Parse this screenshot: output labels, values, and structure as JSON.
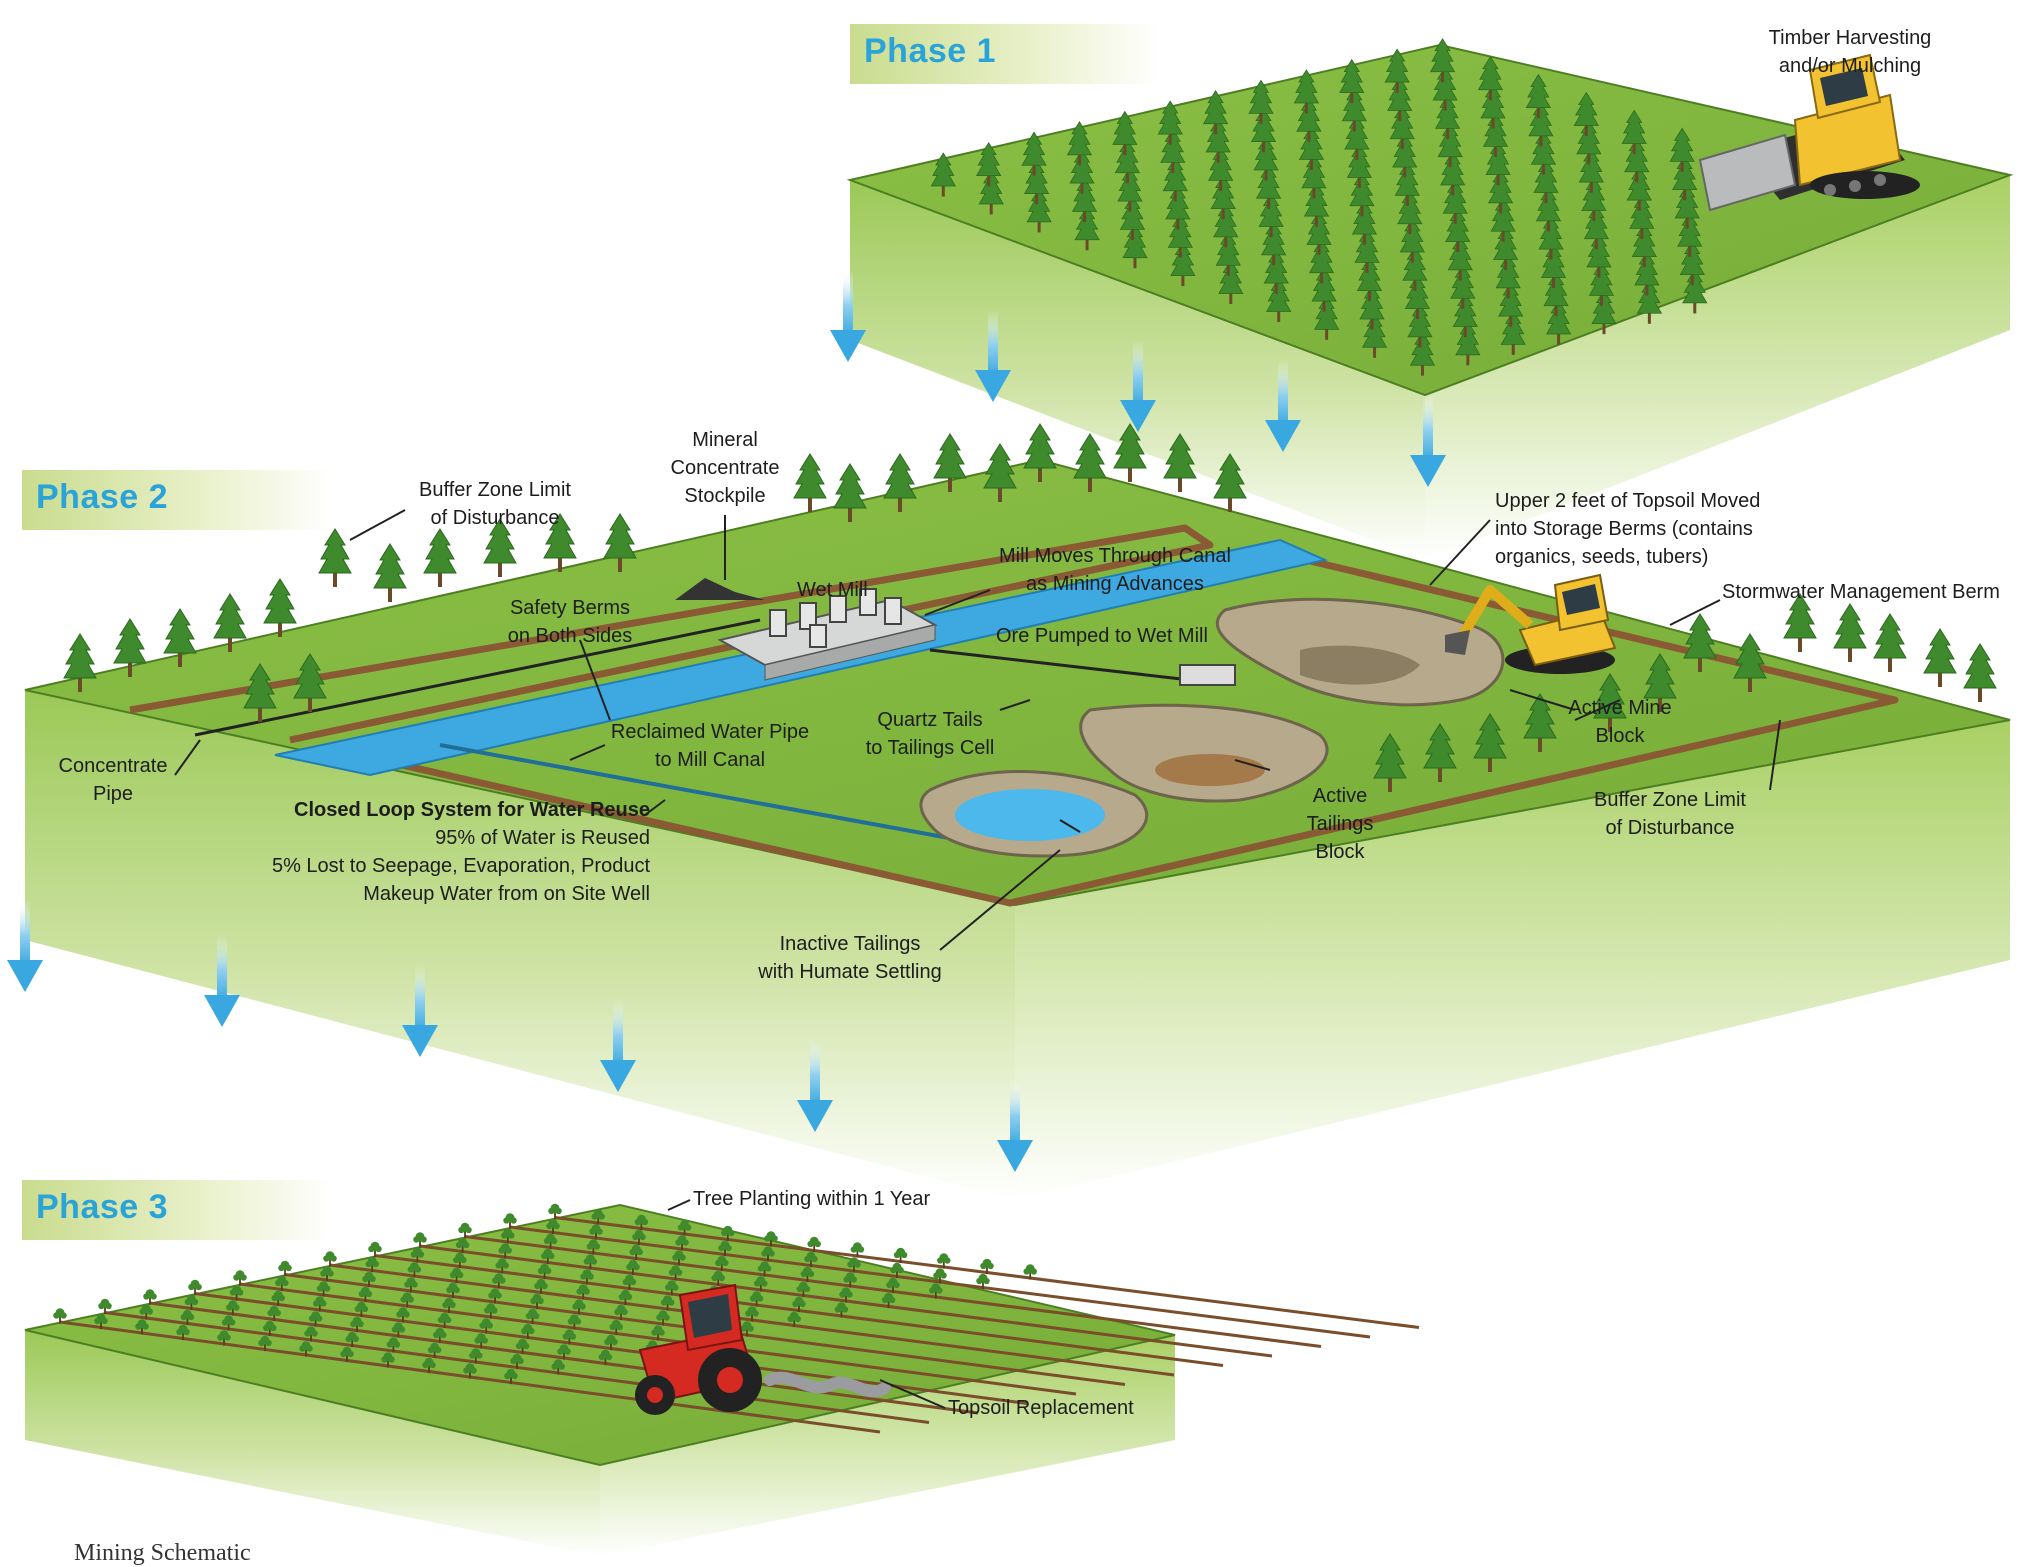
{
  "phases": {
    "p1": "Phase 1",
    "p2": "Phase 2",
    "p3": "Phase 3"
  },
  "labels": {
    "timber_1": "Timber Harvesting",
    "timber_2": "and/or Mulching",
    "mineral_1": "Mineral",
    "mineral_2": "Concentrate",
    "mineral_3": "Stockpile",
    "buffer_top_1": "Buffer Zone Limit",
    "buffer_top_2": "of Disturbance",
    "upper_topsoil_1": "Upper 2 feet of Topsoil Moved",
    "upper_topsoil_2": "into Storage Berms (contains",
    "upper_topsoil_3": "organics, seeds, tubers)",
    "stormwater": "Stormwater Management Berm",
    "mill_moves_1": "Mill Moves Through Canal",
    "mill_moves_2": "as Mining Advances",
    "wet_mill": "Wet Mill",
    "safety_berms_1": "Safety Berms",
    "safety_berms_2": "on Both Sides",
    "ore_pumped": "Ore Pumped to Wet Mill",
    "quartz_1": "Quartz Tails",
    "quartz_2": "to Tailings Cell",
    "reclaimed_1": "Reclaimed Water Pipe",
    "reclaimed_2": "to Mill Canal",
    "concentrate_1": "Concentrate",
    "concentrate_2": "Pipe",
    "closed_loop": "Closed Loop System for Water Reuse",
    "reused": "95% of Water is Reused",
    "lost": "5% Lost to Seepage, Evaporation, Product",
    "makeup": "Makeup Water from on Site Well",
    "active_mine_1": "Active Mine",
    "active_mine_2": "Block",
    "active_tail_1": "Active",
    "active_tail_2": "Tailings",
    "active_tail_3": "Block",
    "buffer_right_1": "Buffer Zone Limit",
    "buffer_right_2": "of Disturbance",
    "inactive_1": "Inactive Tailings",
    "inactive_2": "with Humate Settling",
    "tree_planting": "Tree Planting within 1 Year",
    "topsoil_replacement": "Topsoil Replacement",
    "caption": "Mining Schematic"
  },
  "colors": {
    "phase_text": "#2aa3d8",
    "ground_top": "#7fb63e",
    "water": "#3ea9e0",
    "berm": "#8a5a34",
    "tree": "#3f8a2c",
    "machine": "#f2c230",
    "tractor": "#d42a22",
    "arrow": "#5bbbe8"
  },
  "icons": [
    "bulldozer-icon",
    "excavator-icon",
    "tractor-icon",
    "tree-icon",
    "down-arrow-icon",
    "wet-mill-icon",
    "stockpile-icon"
  ]
}
